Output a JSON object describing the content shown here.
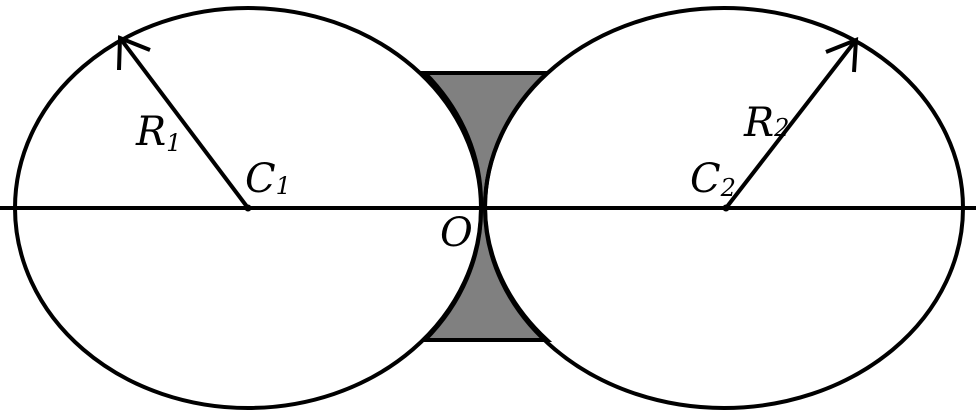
{
  "labels": {
    "r1": {
      "main": "R",
      "sub": "1"
    },
    "c1": {
      "main": "C",
      "sub": "1"
    },
    "o": {
      "main": "O"
    },
    "r2": {
      "main": "R",
      "sub": "2"
    },
    "c2": {
      "main": "C",
      "sub": "2"
    }
  },
  "colors": {
    "stroke": "#000000",
    "shaded_region": "#808080",
    "background": "#ffffff"
  }
}
